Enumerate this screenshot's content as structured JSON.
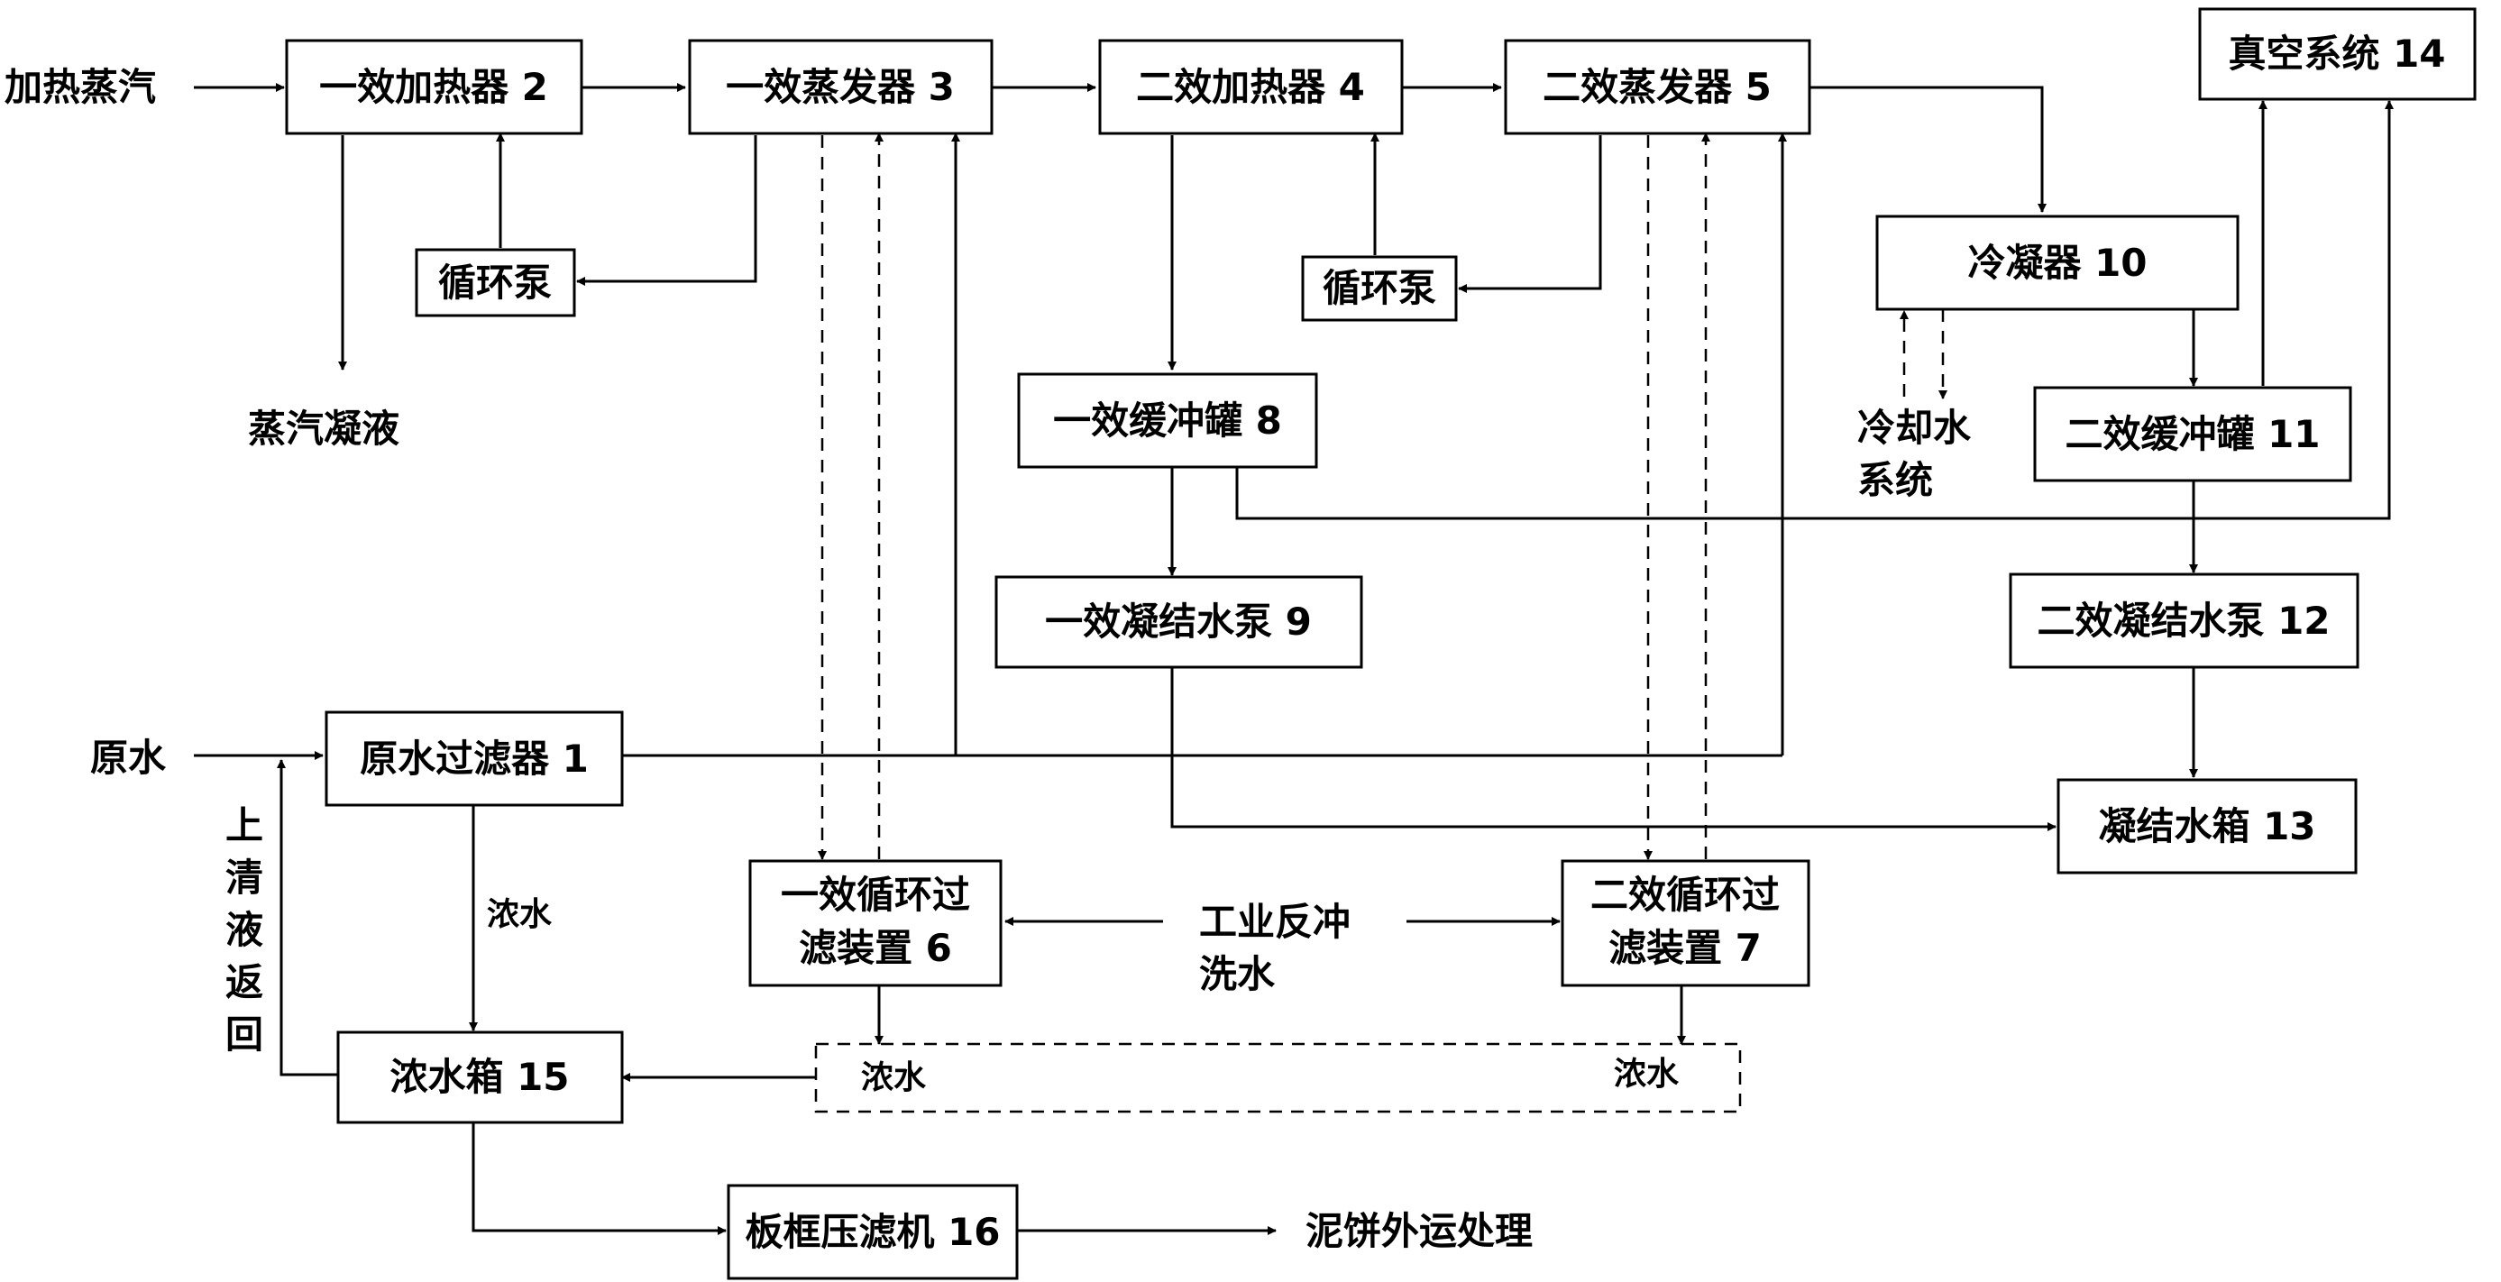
{
  "nodes": {
    "filter1": "原水过滤器 1",
    "heater2": "一效加热器 2",
    "evap3": "一效蒸发器 3",
    "heater4": "二效加热器 4",
    "evap5": "二效蒸发器 5",
    "loop_filter6_line1": "一效循环过",
    "loop_filter6_line2": "滤装置 6",
    "loop_filter7_line1": "二效循环过",
    "loop_filter7_line2": "滤装置 7",
    "buffer8": "一效缓冲罐 8",
    "pump9": "一效凝结水泵 9",
    "condenser10": "冷凝器 10",
    "buffer11": "二效缓冲罐 11",
    "pump12": "二效凝结水泵 12",
    "tank13": "凝结水箱 13",
    "vacuum14": "真空系统 14",
    "tank15": "浓水箱 15",
    "press16": "板框压滤机 16",
    "circ_pump_a": "循环泵",
    "circ_pump_b": "循环泵"
  },
  "labels": {
    "heating_steam": "加热蒸汽",
    "steam_condensate": "蒸汽凝液",
    "raw_water": "原水",
    "cooling_line1": "冷却水",
    "cooling_line2": "系统",
    "backwash_line1": "工业反冲",
    "backwash_line2": "洗水",
    "conc_water_filter": "浓水",
    "conc_water_6": "浓水",
    "conc_water_7": "浓水",
    "supernatant_return": [
      "上",
      "清",
      "液",
      "返",
      "回"
    ],
    "mud_cake": "泥饼外运处理"
  }
}
